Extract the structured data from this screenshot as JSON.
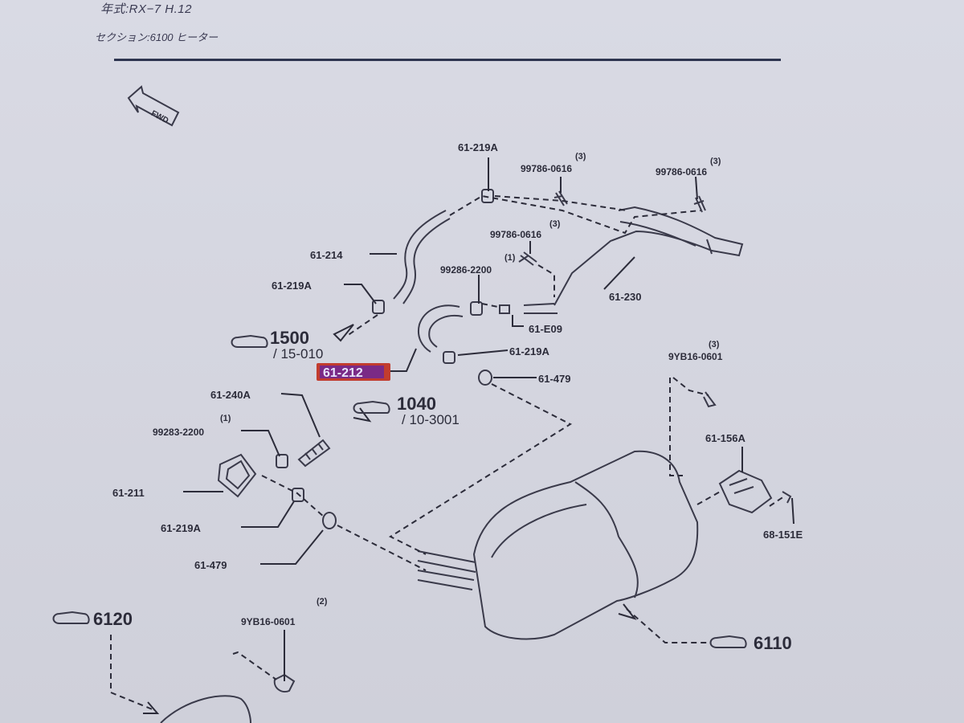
{
  "header": {
    "model": "年式:RX−7 H.12",
    "section": "セクション:6100 ヒーター"
  },
  "fwd": "FWD",
  "labels": {
    "p61_219A_top": "61-219A",
    "p99786_a": "99786-0616",
    "p99786_a_qty": "(3)",
    "p99786_b": "99786-0616",
    "p99786_b_qty": "(3)",
    "p99786_c": "99786-0616",
    "p99786_c_qty": "(3)",
    "p61_214": "61-214",
    "p99286_2200": "99286-2200",
    "p99286_qty": "(1)",
    "p61_230": "61-230",
    "p61_219A_left": "61-219A",
    "p61_E09": "61-E09",
    "ref1500": "1500",
    "ref1500_sub": "/ 15-010",
    "p61_212": "61-212",
    "p61_219A_mid": "61-219A",
    "p9YB16_top": "9YB16-0601",
    "p9YB16_top_qty": "(3)",
    "p61_479_top": "61-479",
    "p61_240A": "61-240A",
    "ref1040": "1040",
    "ref1040_sub": "/ 10-3001",
    "p99283_2200": "99283-2200",
    "p99283_qty": "(1)",
    "p61_156A": "61-156A",
    "p61_211": "61-211",
    "p61_219A_low": "61-219A",
    "p68_151E": "68-151E",
    "p61_479_low": "61-479",
    "ref6120": "6120",
    "p9YB16_bot": "9YB16-0601",
    "p9YB16_bot_qty": "(2)",
    "ref6110": "6110"
  }
}
